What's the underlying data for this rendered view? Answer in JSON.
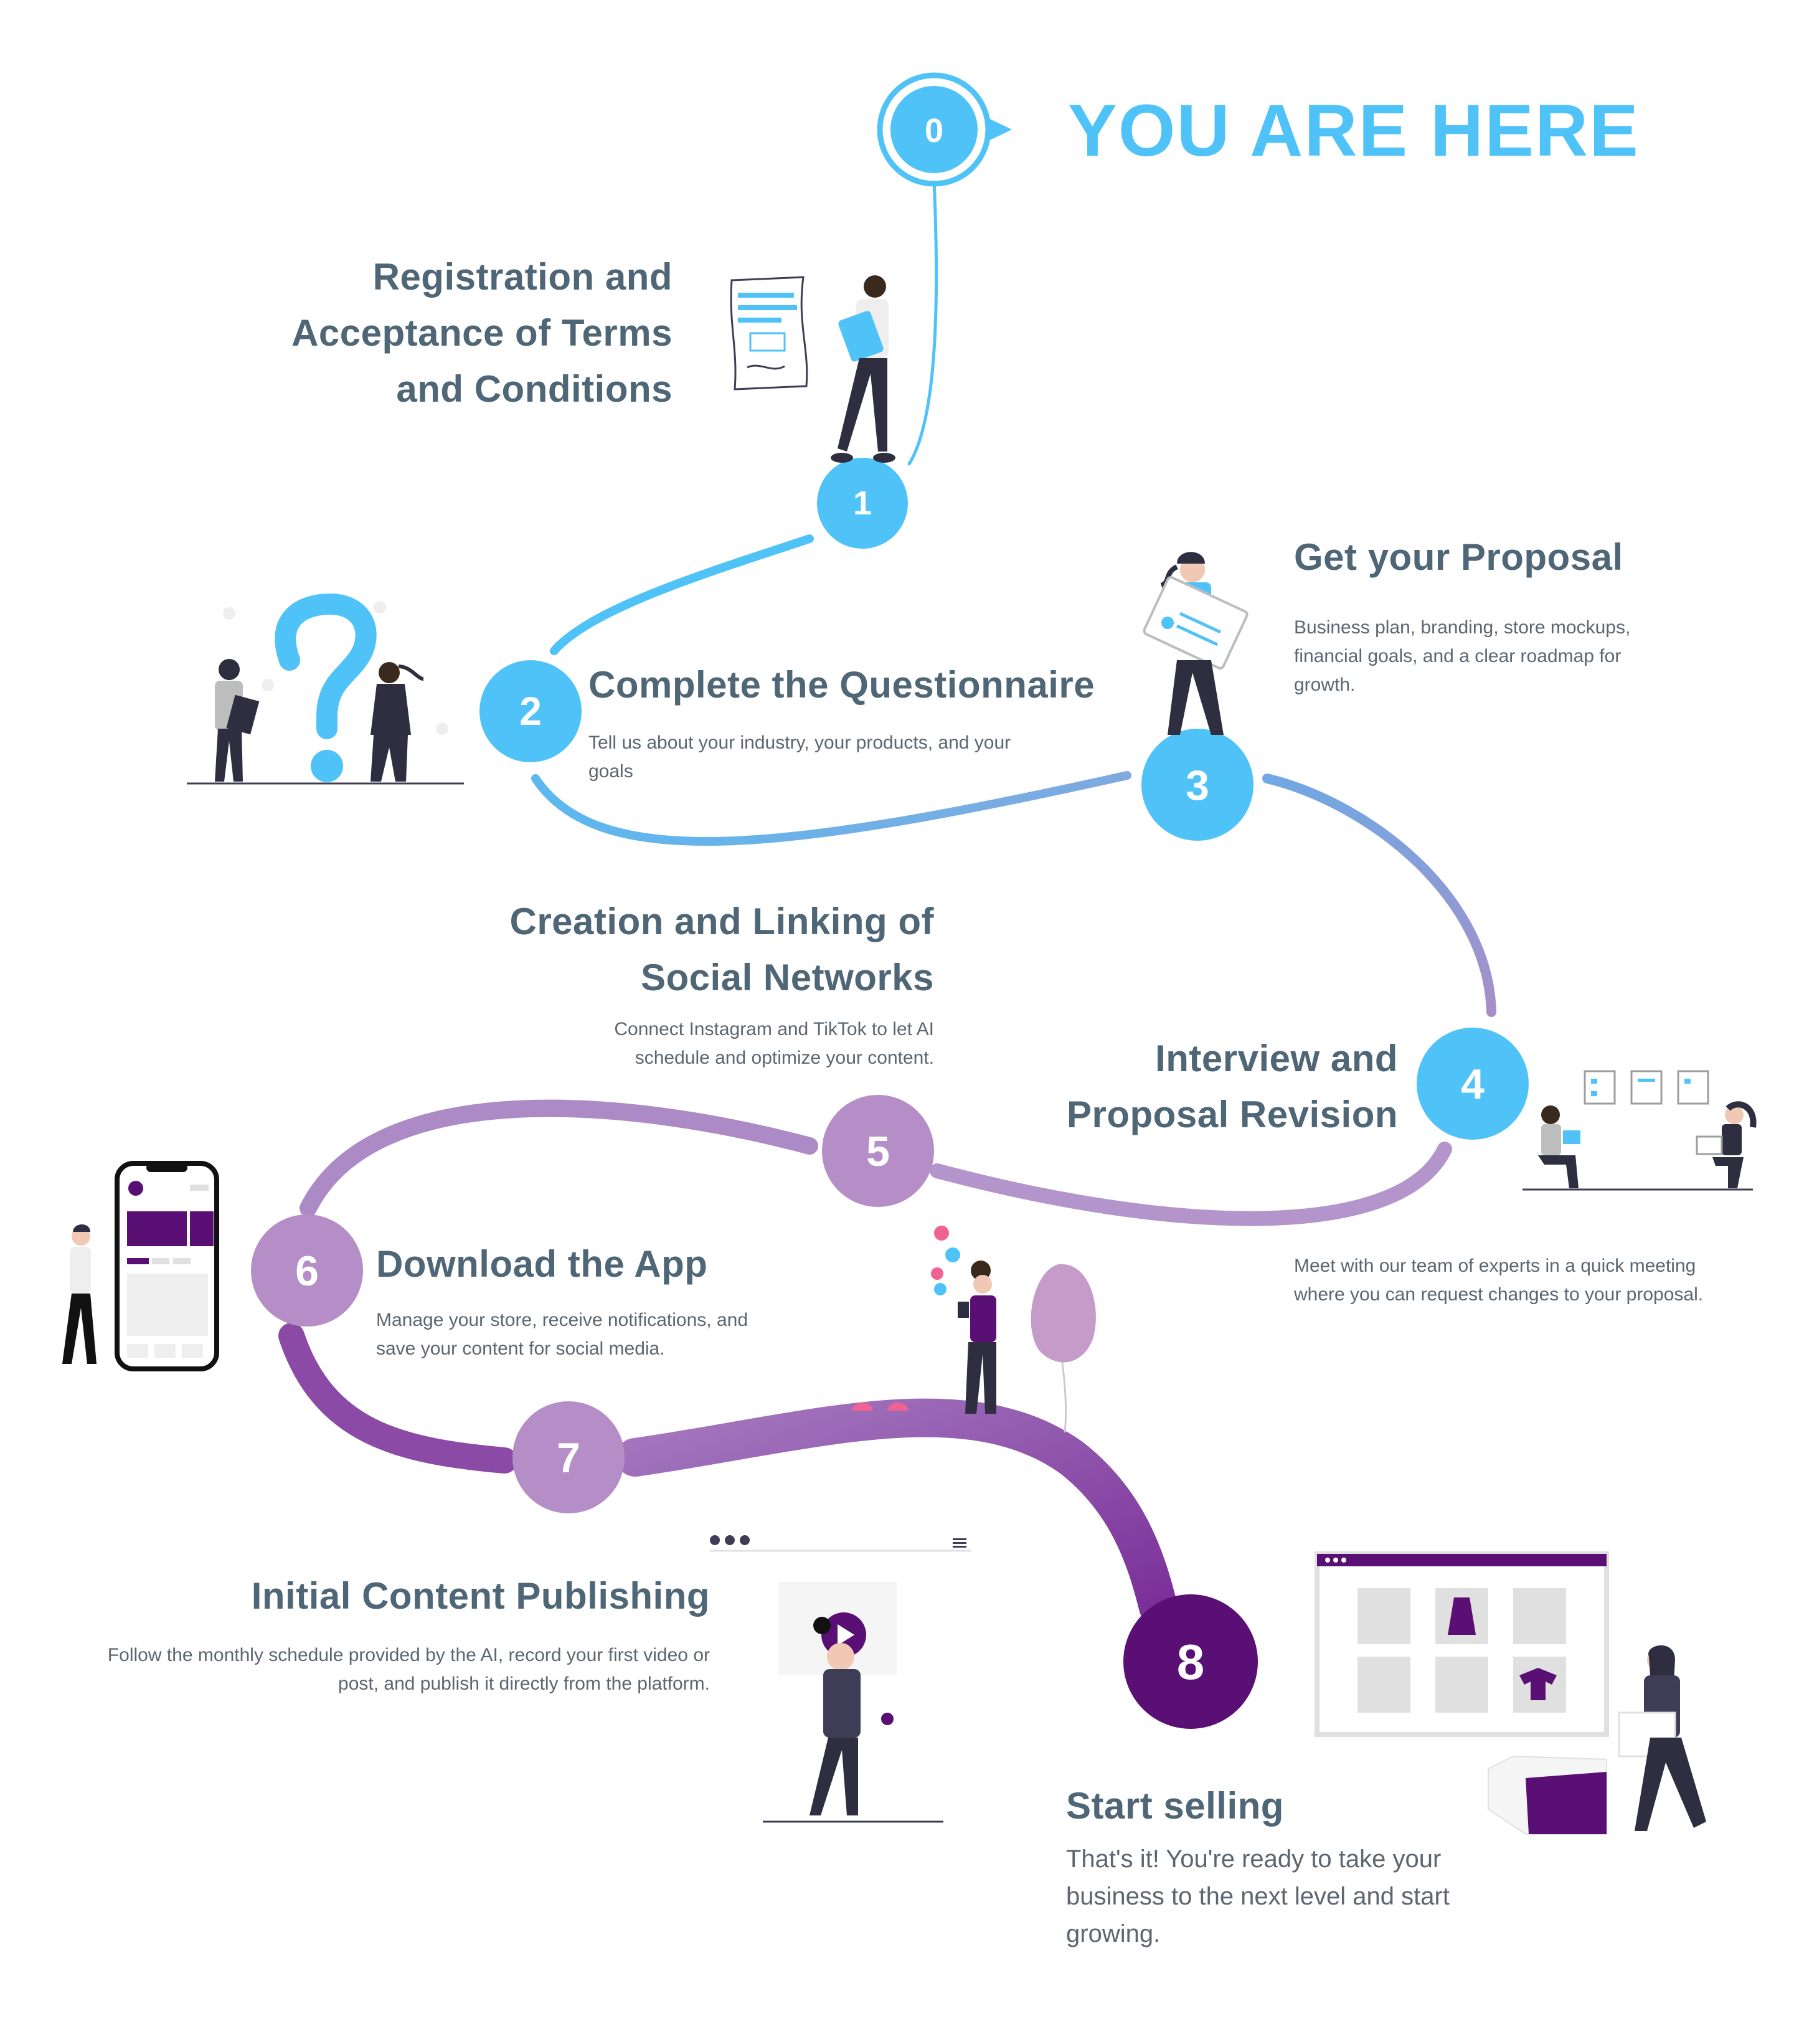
{
  "header": {
    "you_are_here": "YOU ARE HERE"
  },
  "colors": {
    "blue": "#4fc3f7",
    "lavender": "#b58ec4",
    "purple": "#8b46a8",
    "dark_purple": "#5a0f74",
    "text": "#4e6676"
  },
  "steps": [
    {
      "number": "0",
      "title": "",
      "description": ""
    },
    {
      "number": "1",
      "title": "Registration and Acceptance of Terms and Conditions",
      "description": ""
    },
    {
      "number": "2",
      "title": "Complete the Questionnaire",
      "description": "Tell us about your industry, your products, and your goals"
    },
    {
      "number": "3",
      "title": "Get your Proposal",
      "description": "Business plan, branding, store mockups, financial goals, and a clear roadmap for growth."
    },
    {
      "number": "4",
      "title": "Interview and Proposal Revision",
      "description": "Meet with our team of experts in a quick meeting where you can request changes to your proposal."
    },
    {
      "number": "5",
      "title": "Creation and Linking of Social Networks",
      "description": "Connect Instagram and TikTok to let AI schedule and optimize your content."
    },
    {
      "number": "6",
      "title": "Download the App",
      "description": "Manage your store, receive notifications, and save your content for social media."
    },
    {
      "number": "7",
      "title": "Initial Content Publishing",
      "description": "Follow the monthly schedule provided by the AI, record your first video or post, and publish it directly from the platform."
    },
    {
      "number": "8",
      "title": "Start selling",
      "description": "That's it! You're ready to take your business to the next level and start growing."
    }
  ],
  "illustrations": [
    "person-with-contract-icon",
    "question-mark-people-icon",
    "person-with-document-icon",
    "video-meeting-icon",
    "mobile-phone-person-icon",
    "social-media-person-icon",
    "video-recording-person-icon",
    "online-store-delivery-icon"
  ]
}
